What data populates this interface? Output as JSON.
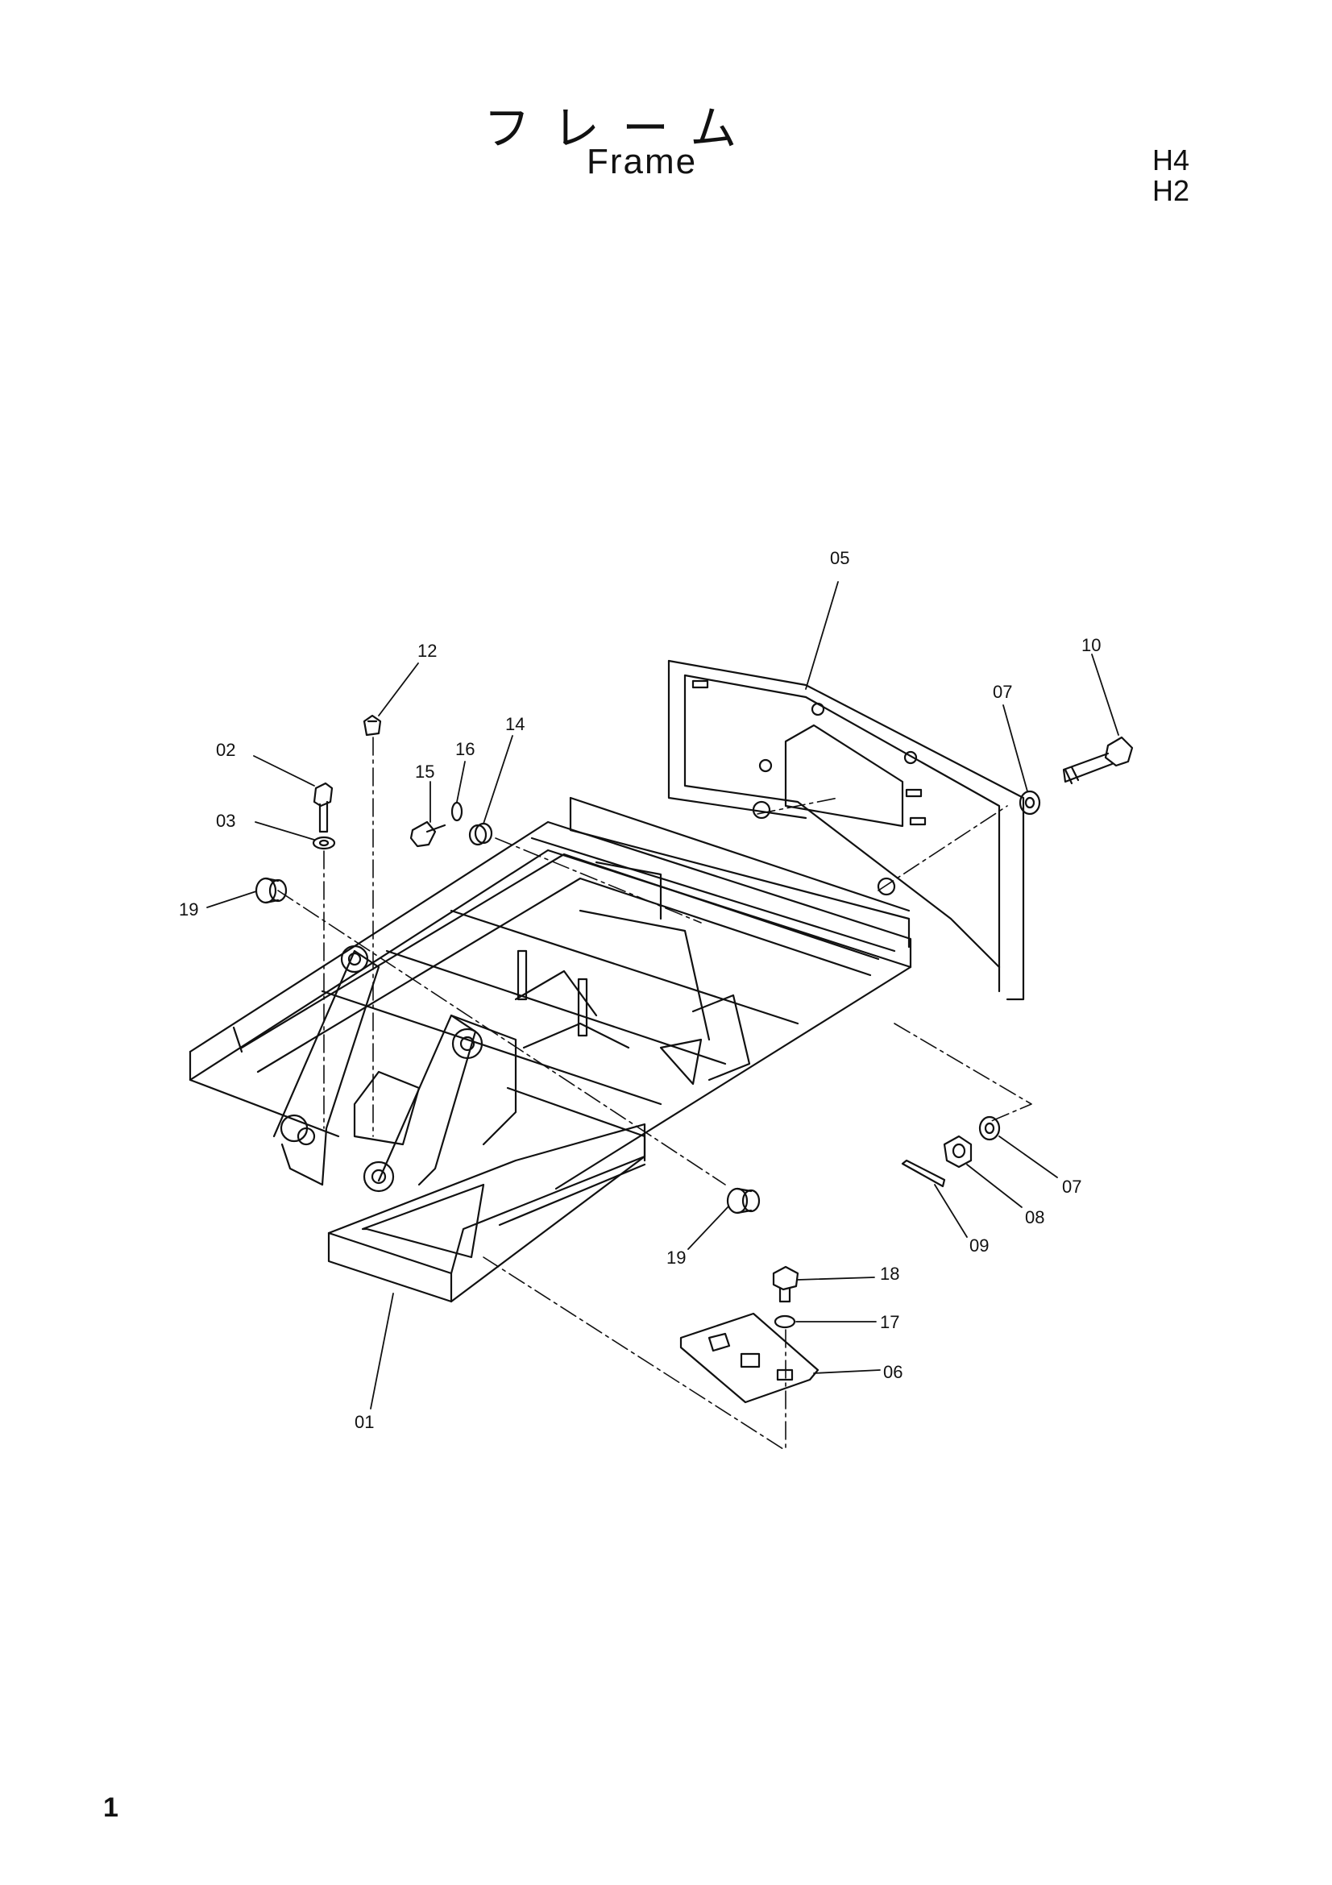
{
  "header": {
    "title_jp": "フレーム",
    "title_en": "Frame",
    "codes": [
      "H4",
      "H2"
    ]
  },
  "page_number": "1",
  "callouts": {
    "c01": "01",
    "c02": "02",
    "c03": "03",
    "c05": "05",
    "c06": "06",
    "c07a": "07",
    "c07b": "07",
    "c08": "08",
    "c09": "09",
    "c10": "10",
    "c12": "12",
    "c14": "14",
    "c15": "15",
    "c16": "16",
    "c17": "17",
    "c18": "18",
    "c19a": "19",
    "c19b": "19"
  }
}
